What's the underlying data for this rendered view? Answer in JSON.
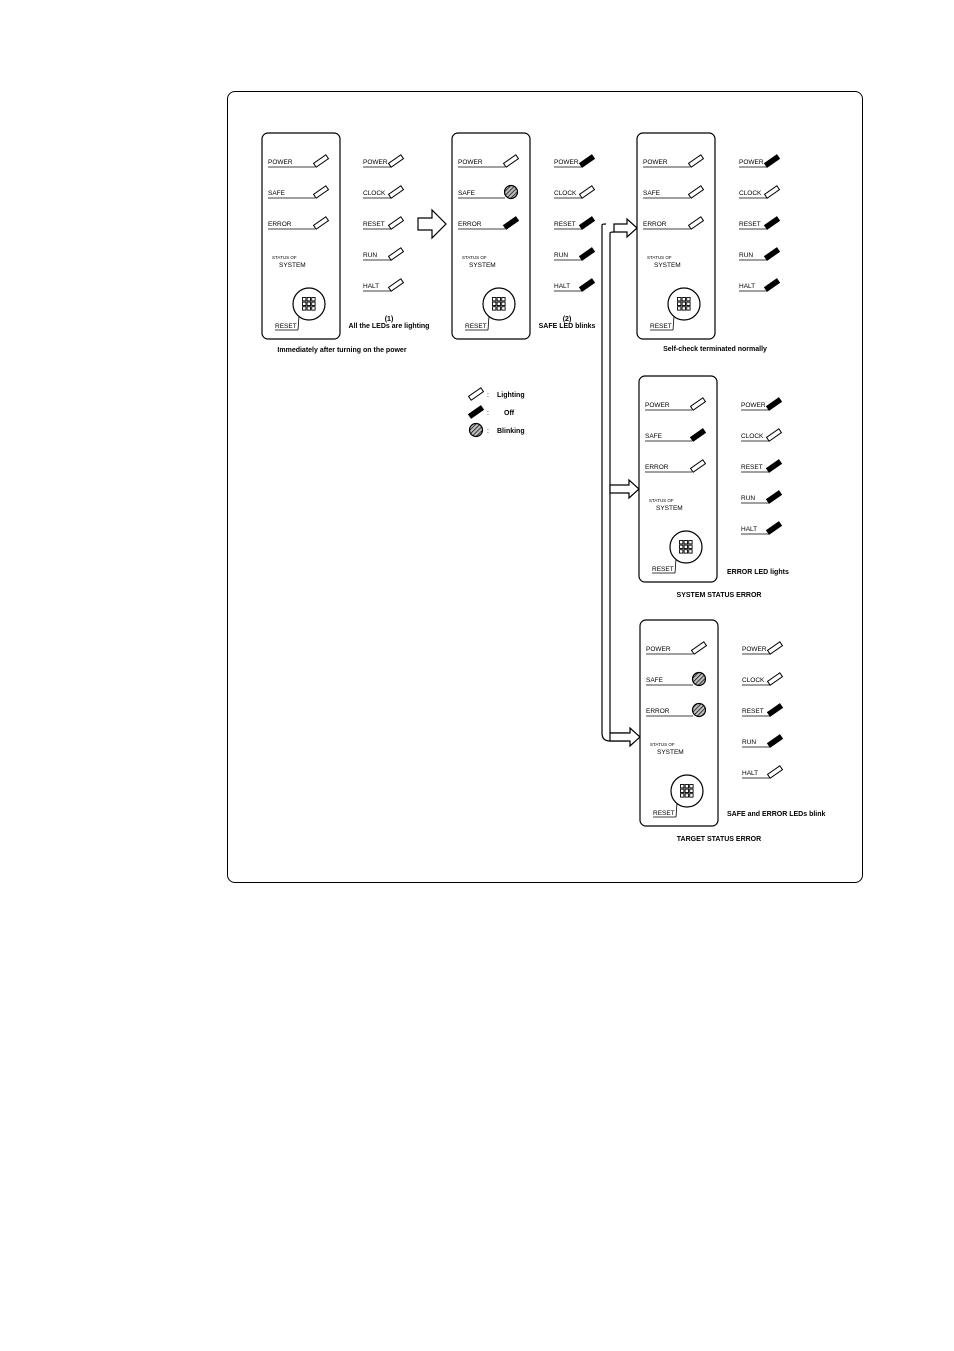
{
  "labels": {
    "status_of": "STATUS OF",
    "system": "SYSTEM",
    "reset": "RESET"
  },
  "panel_leds": [
    "POWER",
    "SAFE",
    "ERROR"
  ],
  "side_leds": [
    "POWER",
    "CLOCK",
    "RESET",
    "RUN",
    "HALT"
  ],
  "states": [
    {
      "id": "power-on",
      "panel": [
        "lighting",
        "lighting",
        "lighting"
      ],
      "side": [
        "lighting",
        "lighting",
        "lighting",
        "lighting",
        "lighting"
      ],
      "note_num": "(1)",
      "note": "All the LEDs are lighting",
      "caption": "Immediately after turning on the power"
    },
    {
      "id": "safe-blinks",
      "panel": [
        "lighting",
        "blinking",
        "off"
      ],
      "side": [
        "off",
        "lighting",
        "off",
        "off",
        "off"
      ],
      "note_num": "(2)",
      "note": "SAFE LED blinks",
      "caption": ""
    },
    {
      "id": "self-check-ok",
      "panel": [
        "lighting",
        "lighting",
        "lighting"
      ],
      "side": [
        "off",
        "lighting",
        "off",
        "off",
        "off"
      ],
      "note_num": "",
      "note": "",
      "caption": "Self-check terminated normally"
    },
    {
      "id": "system-status-error",
      "panel": [
        "lighting",
        "off",
        "lighting"
      ],
      "side": [
        "off",
        "lighting",
        "off",
        "off",
        "off"
      ],
      "note_num": "",
      "note": "ERROR LED lights",
      "caption": "SYSTEM STATUS ERROR"
    },
    {
      "id": "target-status-error",
      "panel": [
        "lighting",
        "blinking",
        "blinking"
      ],
      "side": [
        "lighting",
        "lighting",
        "off",
        "off",
        "lighting"
      ],
      "note_num": "",
      "note": "SAFE and ERROR LEDs blink",
      "caption": "TARGET STATUS ERROR"
    }
  ],
  "legend": [
    {
      "state": "lighting",
      "sep": ":",
      "label": "Lighting"
    },
    {
      "state": "off",
      "sep": ":",
      "label": "Off"
    },
    {
      "state": "blinking",
      "sep": ":",
      "label": "Blinking"
    }
  ]
}
